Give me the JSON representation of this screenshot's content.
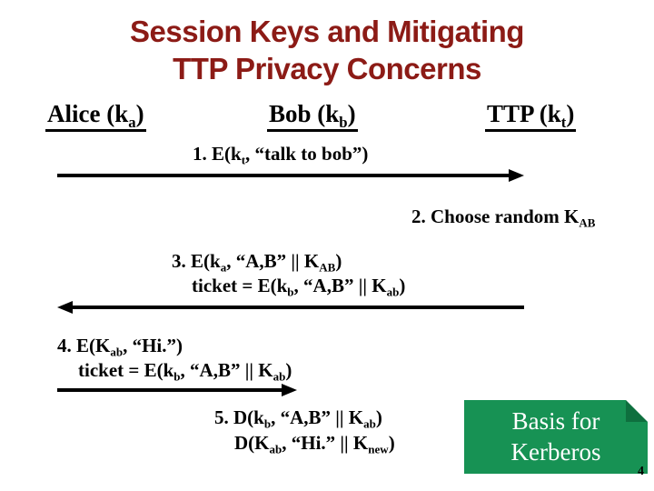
{
  "slide": {
    "title": {
      "line1": "Session Keys and Mitigating",
      "line2": "TTP Privacy Concerns",
      "color": "#8c1b16"
    },
    "actors": [
      {
        "id": "alice",
        "label": "Alice (k_{a})"
      },
      {
        "id": "bob",
        "label": "Bob (k_{b})"
      },
      {
        "id": "ttp",
        "label": "TTP (k_{t})"
      }
    ],
    "steps": {
      "s1_line1": "1. E(k_{t}, “talk to bob”)",
      "s2_line1": "2. Choose random K_{AB}",
      "s3_line1": "3. E(k_{a}, “A,B” || K_{AB})",
      "s3_line2": "ticket = E(k_{b}, “A,B” || K_{ab})",
      "s4_line1": "4. E(K_{ab}, “Hi.”)",
      "s4_line2": "ticket = E(k_{b}, “A,B” || K_{ab})",
      "s5_line1": "5. D(k_{b}, “A,B” || K_{ab})",
      "s5_line2": "D(K_{ab}, “Hi.” || K_{new})"
    },
    "arrows": {
      "color": "#000000",
      "arrow1_direction": "right",
      "arrow3_direction": "left",
      "arrow4_direction": "right"
    },
    "callout": {
      "line1": "Basis for",
      "line2": "Kerberos",
      "bg": "#179254",
      "fold": "#0e6f3e"
    },
    "page_number": "4"
  }
}
